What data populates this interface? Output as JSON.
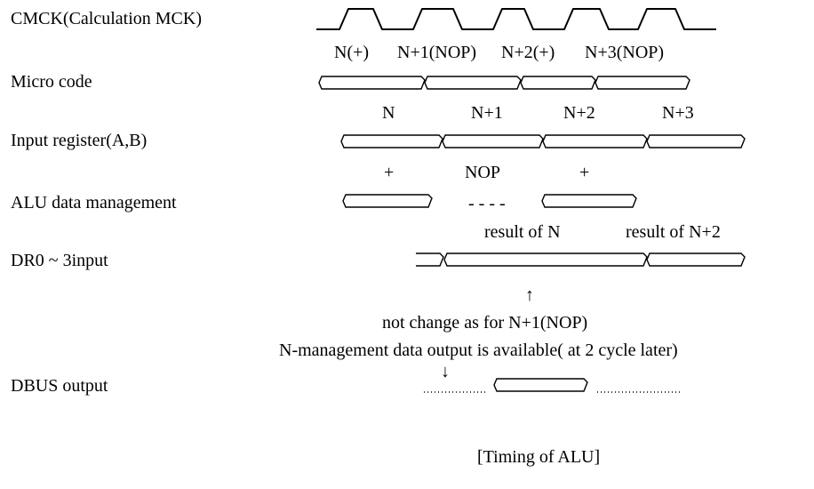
{
  "rows": {
    "cmck": "CMCK(Calculation MCK)",
    "micro": "Micro code",
    "input": "Input register(A,B)",
    "alu": "ALU data management",
    "dr": "DR0 ~ 3input",
    "dbus": "DBUS output"
  },
  "micro_labels": [
    "N(+)",
    "N+1(NOP)",
    "N+2(+)",
    "N+3(NOP)"
  ],
  "input_labels": [
    "N",
    "N+1",
    "N+2",
    "N+3"
  ],
  "alu_labels": [
    "+",
    "NOP",
    "+"
  ],
  "alu_gap": "- - - -",
  "dr_labels": [
    "result of N",
    "result of N+2"
  ],
  "note_1": "not change as for N+1(NOP)",
  "note_2": "N-management data output is available( at 2 cycle later)",
  "caption": "[Timing of ALU]",
  "arrows": {
    "up": "↑",
    "down": "↓"
  }
}
